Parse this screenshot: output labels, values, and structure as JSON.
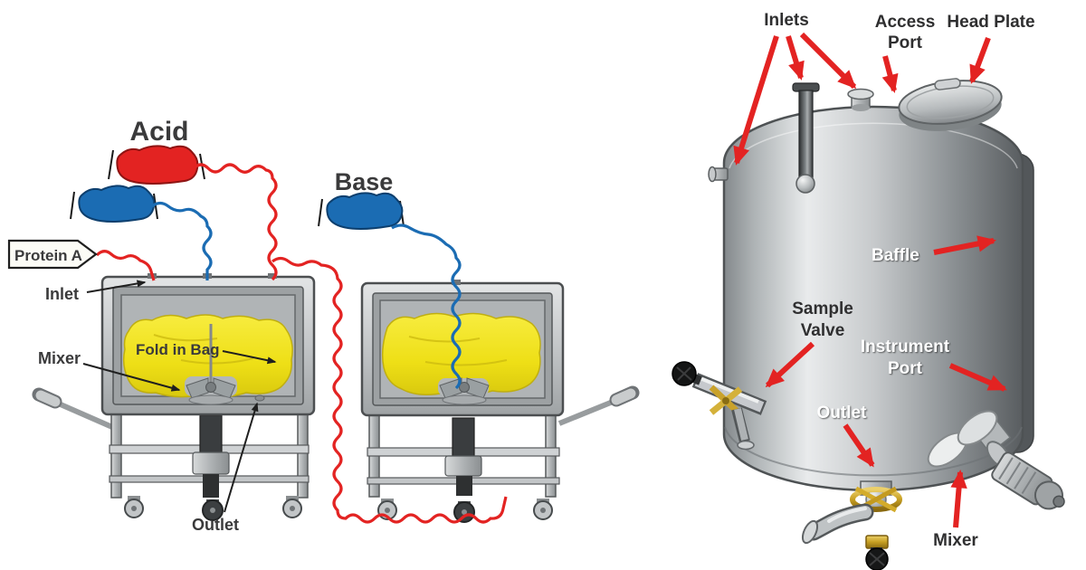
{
  "left_diagram": {
    "acid": "Acid",
    "base": "Base",
    "protein_a": "Protein A",
    "inlet": "Inlet",
    "mixer": "Mixer",
    "fold_in_bag": "Fold in Bag",
    "outlet": "Outlet"
  },
  "right_diagram": {
    "inlets": "Inlets",
    "access_port": [
      "Access",
      "Port"
    ],
    "head_plate": "Head Plate",
    "baffle": "Baffle",
    "sample_valve": [
      "Sample",
      "Valve"
    ],
    "instrument_port": [
      "Instrument",
      "Port"
    ],
    "outlet": "Outlet",
    "mixer": "Mixer"
  },
  "colors": {
    "tube_red": "#e32322",
    "tube_blue": "#1b6cb3",
    "bag_yellow": "#f2e41d",
    "arrow_red": "#e32322",
    "text_dark": "#3a3a3b",
    "text_white": "#ffffff",
    "steel_light": "#e9ebec",
    "steel_dark": "#595d60",
    "gold": "#c79f22"
  }
}
